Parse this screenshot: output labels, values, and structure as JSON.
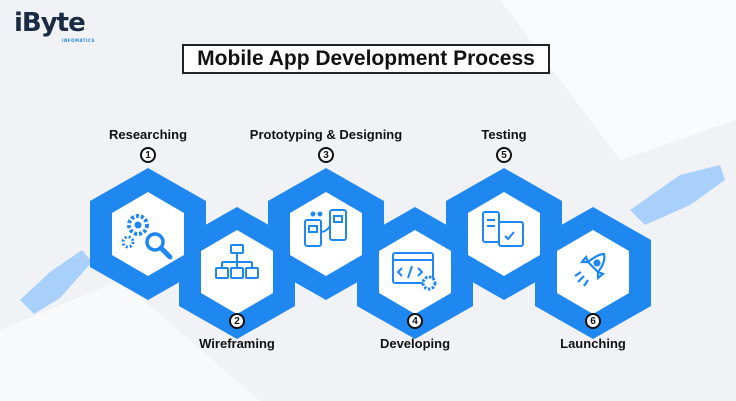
{
  "brand": {
    "name": "iByte",
    "tagline": "INFOMATICS"
  },
  "title": "Mobile App Development Process",
  "colors": {
    "accent": "#1e87f0",
    "accent_light": "#a9d0fb",
    "text": "#111111"
  },
  "steps": [
    {
      "num": "1",
      "label": "Researching",
      "icon": "gears-magnifier-icon"
    },
    {
      "num": "2",
      "label": "Wireframing",
      "icon": "sitemap-icon"
    },
    {
      "num": "3",
      "label": "Prototyping & Designing",
      "icon": "prototype-screens-icon"
    },
    {
      "num": "4",
      "label": "Developing",
      "icon": "code-window-gear-icon"
    },
    {
      "num": "5",
      "label": "Testing",
      "icon": "testing-checklist-icon"
    },
    {
      "num": "6",
      "label": "Launching",
      "icon": "rocket-icon"
    }
  ]
}
